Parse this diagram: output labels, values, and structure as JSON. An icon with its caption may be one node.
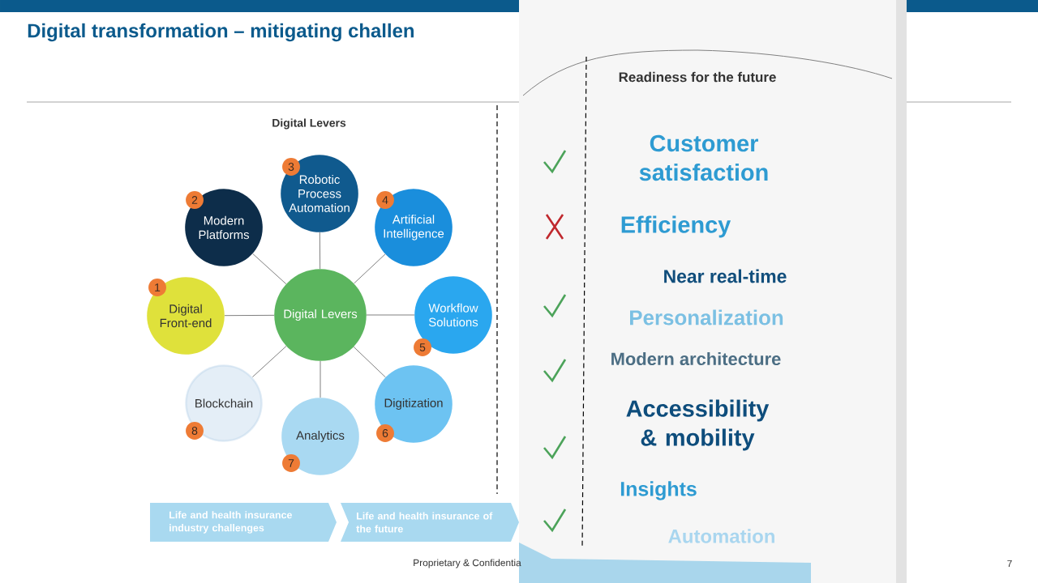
{
  "diagram": {
    "title": "Digital transformation – mitigating challen",
    "nodes": [
      {
        "text": [
          "Digital Levers"
        ]
      },
      {
        "text": [
          "Digital Front-end"
        ],
        "beside": [
          "1"
        ]
      },
      {
        "text": [
          "Modern Platforms"
        ],
        "beside": [
          "2"
        ]
      },
      {
        "text": [
          "Robotic Process Automation"
        ],
        "beside": [
          "3"
        ]
      },
      {
        "text": [
          "Artificial Intelligence"
        ],
        "beside": [
          "4"
        ]
      },
      {
        "text": [
          "Workflow Solutions"
        ],
        "beside": [
          "5"
        ]
      },
      {
        "text": [
          "Digitization"
        ],
        "beside": [
          "6"
        ]
      },
      {
        "text": [
          "Analytics"
        ],
        "beside": [
          "7"
        ]
      },
      {
        "text": [
          "Blockchain"
        ],
        "beside": [
          "8"
        ]
      },
      {
        "text": [
          "Life and health insurance industry challenges"
        ]
      },
      {
        "text": [
          "Life and health insurance of the future"
        ]
      }
    ],
    "edges": [
      {
        "from": 0,
        "to": 1,
        "arrow": "none"
      },
      {
        "from": 0,
        "to": 2,
        "arrow": "none"
      },
      {
        "from": 0,
        "to": 3,
        "arrow": "none"
      },
      {
        "from": 0,
        "to": 4,
        "arrow": "none"
      },
      {
        "from": 0,
        "to": 5,
        "arrow": "none"
      },
      {
        "from": 0,
        "to": 6,
        "arrow": "none"
      },
      {
        "from": 0,
        "to": 7,
        "arrow": "none"
      },
      {
        "from": 0,
        "to": 8,
        "arrow": "none"
      }
    ],
    "labels": [
      "Digital Levers",
      "Readiness for the future",
      "Customer satisfaction",
      "Efficiency",
      "Near real-time",
      "Personalization",
      "Modern architecture",
      "Accessibility & mobility",
      "Insights",
      "Automation",
      "Proprietary & Confidentia",
      "7"
    ]
  }
}
